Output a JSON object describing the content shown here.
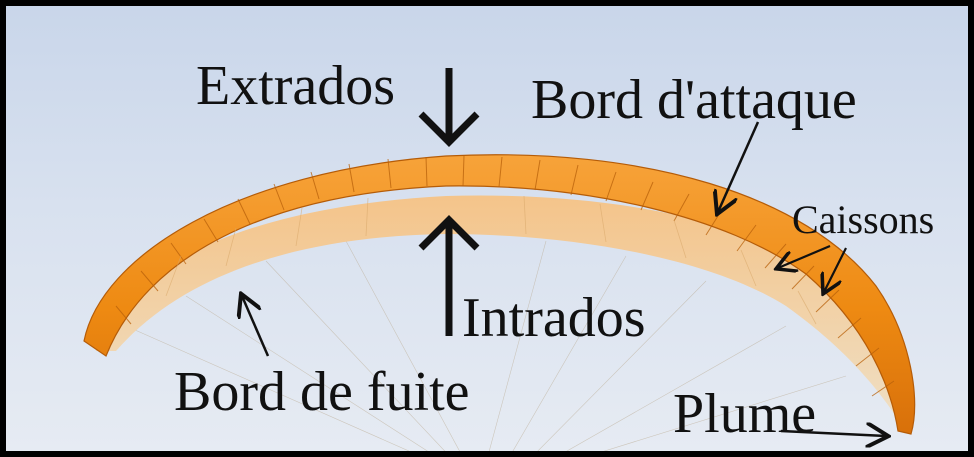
{
  "labels": {
    "extrados": "Extrados",
    "bord_attaque": "Bord d'attaque",
    "caissons": "Caissons",
    "intrados": "Intrados",
    "bord_fuite": "Bord de fuite",
    "plume": "Plume"
  },
  "colors": {
    "wing_orange": "#f39a1e",
    "wing_dark": "#c9660a",
    "wing_light": "#f7c27a",
    "underside": "#ecd2a6",
    "sky": "#d4deec",
    "ink": "#111111"
  }
}
